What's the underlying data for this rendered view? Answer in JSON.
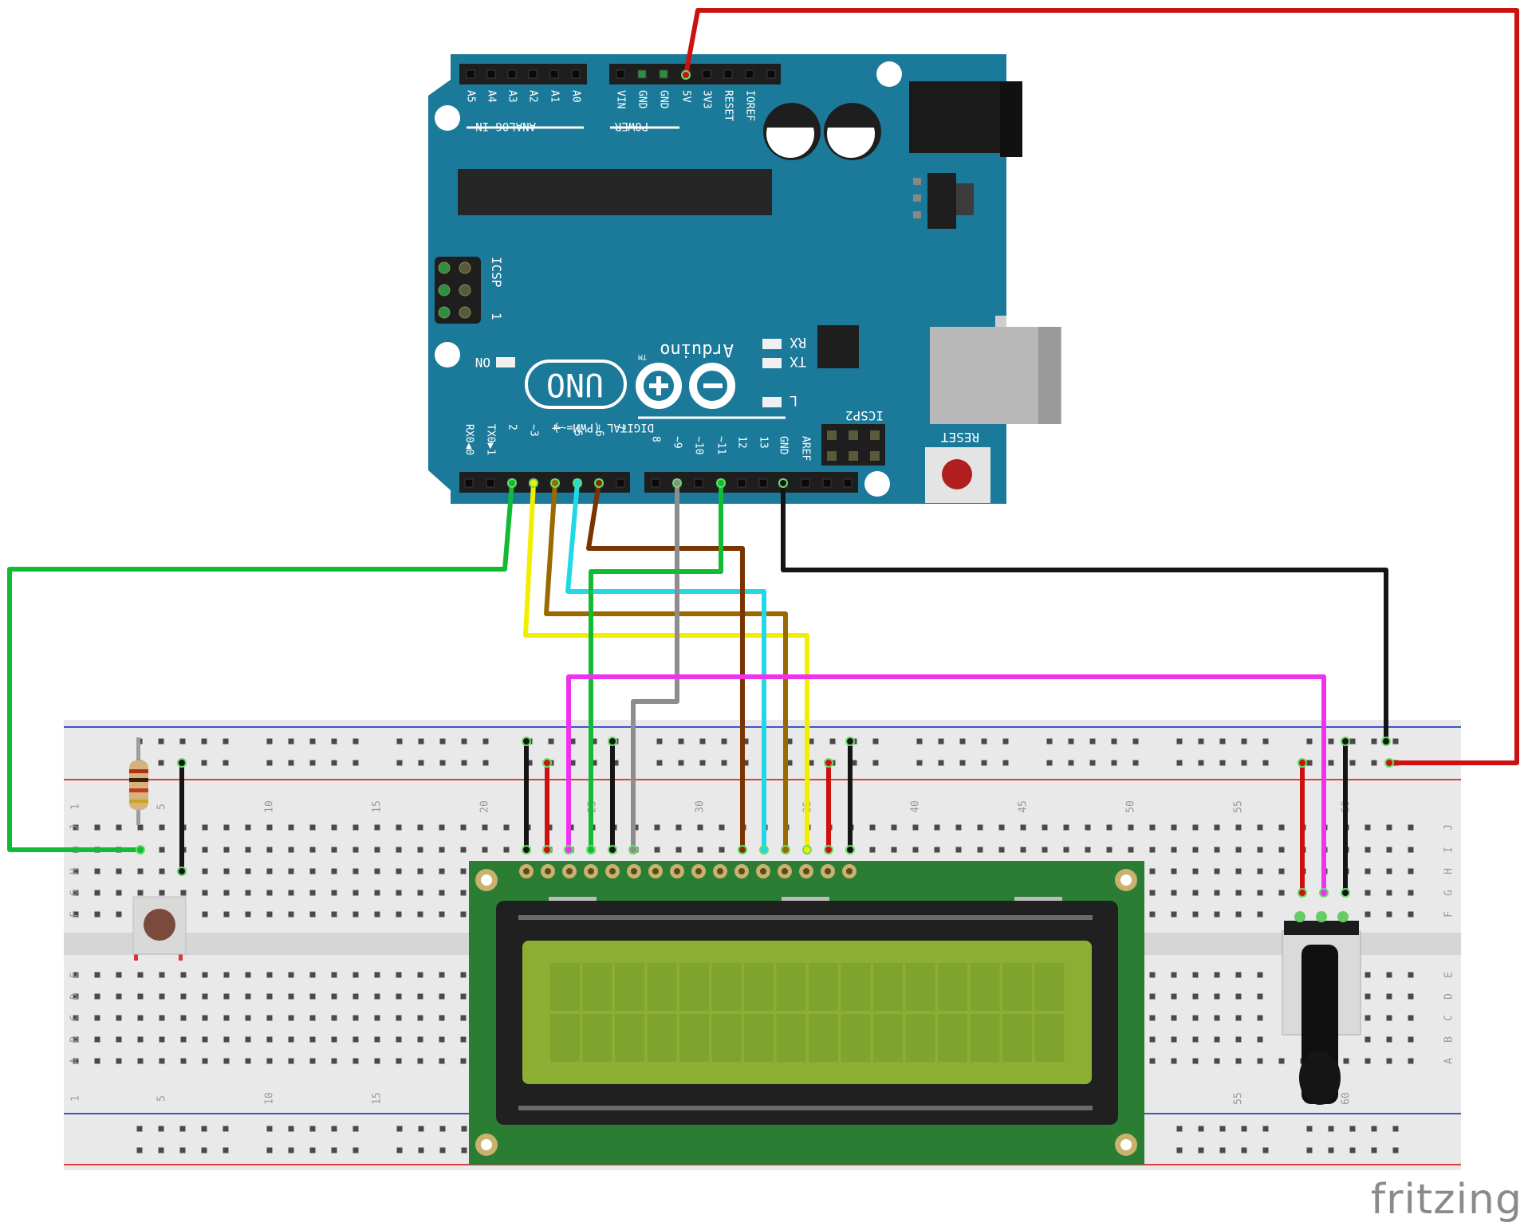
{
  "arduino": {
    "brand": "Arduino",
    "tm": "TM",
    "model": "UNO",
    "power_header_label": "POWER",
    "analog_header_label": "ANALOG IN",
    "digital_header_label": "DIGITAL (PWM=~)",
    "power_pins": [
      "VIN",
      "GND",
      "GND",
      "5V",
      "3V3",
      "RESET",
      "IOREF"
    ],
    "analog_pins": [
      "A5",
      "A4",
      "A3",
      "A2",
      "A1",
      "A0"
    ],
    "digital_pins_low": [
      "RX0◀0",
      "TX0▶1",
      "2",
      "~3",
      "4",
      "~5",
      "~6",
      "7"
    ],
    "digital_pins_high": [
      "8",
      "~9",
      "~10",
      "~11",
      "12",
      "13",
      "GND",
      "AREF"
    ],
    "icsp_label": "ICSP",
    "icsp2_label": "ICSP2",
    "icsp_pin1": "1",
    "on_label": "ON",
    "rx_label": "RX",
    "tx_label": "TX",
    "l_label": "L",
    "reset_label": "RESET",
    "colors": {
      "board": "#1b7a9a",
      "silk": "#ffffff"
    }
  },
  "breadboard": {
    "column_numbers": [
      "1",
      "5",
      "10",
      "15",
      "20",
      "25",
      "30",
      "35",
      "40",
      "45",
      "50",
      "55",
      "60"
    ],
    "row_letters_top": [
      "J",
      "I",
      "H",
      "G",
      "F"
    ],
    "row_letters_bottom": [
      "E",
      "D",
      "C",
      "B",
      "A"
    ],
    "colors": {
      "body": "#e9e9e9",
      "red_rail": "#d94040",
      "blue_rail": "#3a56c8"
    }
  },
  "wire_colors": {
    "power_5v": "#cc1111",
    "ground": "#151515",
    "button": "#11bb33",
    "d3": "#f2ee00",
    "d4": "#9a6a00",
    "d5": "#22d8e8",
    "d6": "#7a3400",
    "d9": "#8d8d8d",
    "d11": "#11bb33",
    "contrast": "#ee33ee"
  },
  "components": {
    "lcd": {
      "pin_count": 16,
      "screen_color": "#8caf33",
      "pcb_color": "#2a7d32"
    },
    "potentiometer": {
      "body_color": "#dadada"
    },
    "pushbutton": {
      "cap_color": "#7a4b3c"
    },
    "resistor": {
      "body_color": "#d9b27a"
    }
  },
  "watermark": "fritzing"
}
